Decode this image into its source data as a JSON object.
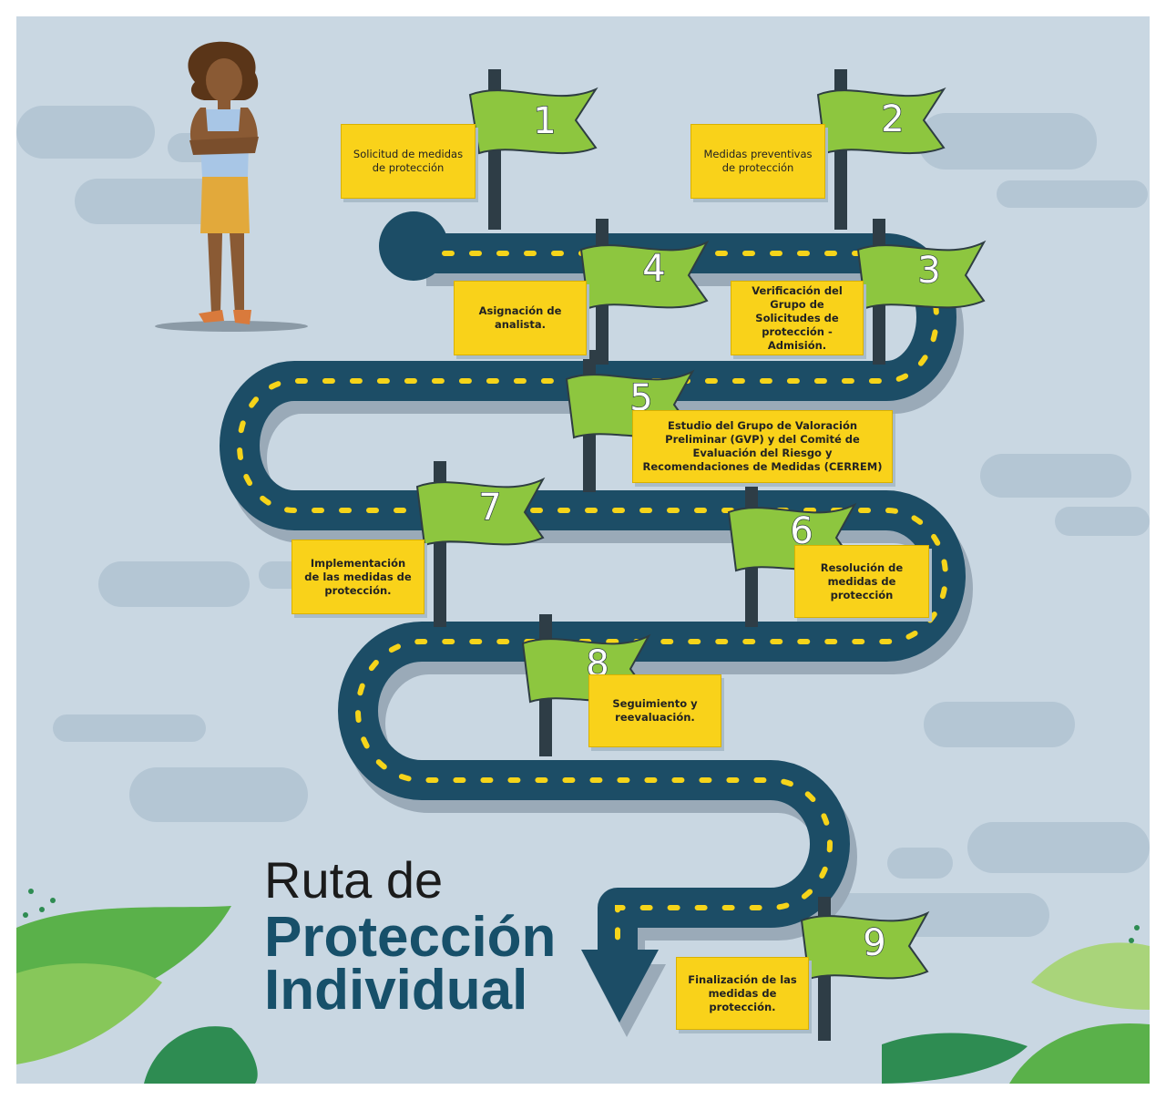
{
  "title": {
    "line1": "Ruta de",
    "line2": "Protección",
    "line3": "Individual"
  },
  "steps": [
    {
      "number": "1",
      "text": "Solicitud de medidas de protección"
    },
    {
      "number": "2",
      "text": "Medidas preventivas de protección"
    },
    {
      "number": "3",
      "text": "Verificación del Grupo de Solicitudes de protección - Admisión."
    },
    {
      "number": "4",
      "text": "Asignación de analista."
    },
    {
      "number": "5",
      "text": "Estudio del Grupo de Valoración Preliminar (GVP) y del Comité de Evaluación del Riesgo y Recomendaciones de Medidas (CERREM)"
    },
    {
      "number": "6",
      "text": "Resolución de medidas de protección"
    },
    {
      "number": "7",
      "text": "Implementación de las medidas de protección."
    },
    {
      "number": "8",
      "text": "Seguimiento y reevaluación."
    },
    {
      "number": "9",
      "text": "Finalización de las medidas de protección."
    }
  ],
  "icons": {
    "flag": "flag-icon",
    "person": "woman-figure-icon",
    "arrow": "arrow-down-icon",
    "leaves": "leaf-icon"
  },
  "colors": {
    "background": "#c9d7e2",
    "road": "#1c4d66",
    "dashes": "#f6d41a",
    "flag": "#8dc63f",
    "card": "#f9d21a",
    "title_accent": "#17506a"
  }
}
